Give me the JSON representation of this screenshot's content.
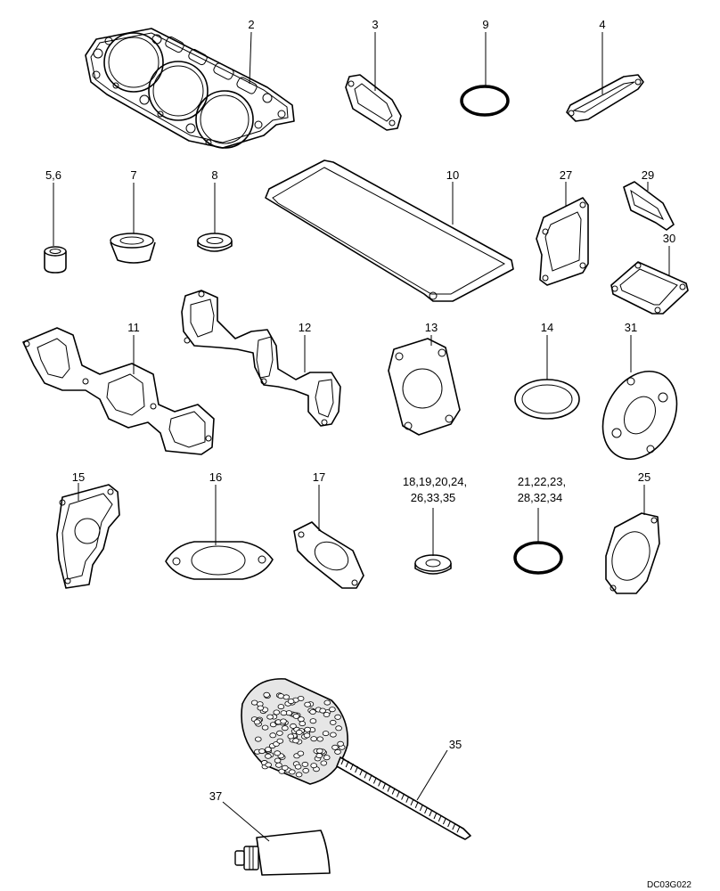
{
  "drawing_code": "DC03G022",
  "callouts": {
    "c2": "2",
    "c3": "3",
    "c9": "9",
    "c4": "4",
    "c5": "5,6",
    "c7": "7",
    "c8": "8",
    "c10": "10",
    "c27": "27",
    "c29": "29",
    "c30": "30",
    "c11": "11",
    "c12": "12",
    "c13": "13",
    "c14": "14",
    "c31": "31",
    "c15": "15",
    "c16": "16",
    "c17": "17",
    "c18a": "18,19,20,24,",
    "c18b": "26,33,35",
    "c21a": "21,22,23,",
    "c21b": "28,32,34",
    "c25": "25",
    "c35": "35",
    "c37": "37"
  }
}
